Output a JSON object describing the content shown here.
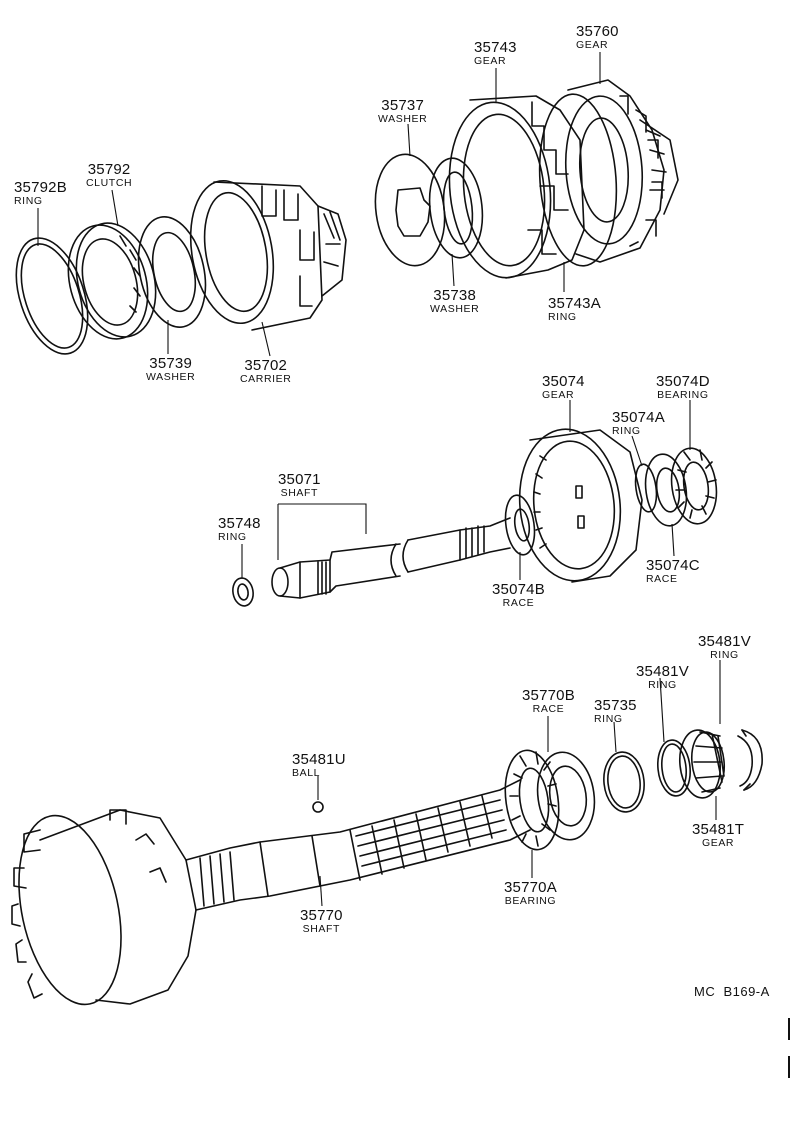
{
  "parts": {
    "p35792B": {
      "num": "35792B",
      "name": "RING"
    },
    "p35792": {
      "num": "35792",
      "name": "CLUTCH"
    },
    "p35739": {
      "num": "35739",
      "name": "WASHER"
    },
    "p35702": {
      "num": "35702",
      "name": "CARRIER"
    },
    "p35737": {
      "num": "35737",
      "name": "WASHER"
    },
    "p35738": {
      "num": "35738",
      "name": "WASHER"
    },
    "p35743": {
      "num": "35743",
      "name": "GEAR"
    },
    "p35760": {
      "num": "35760",
      "name": "GEAR"
    },
    "p35743A": {
      "num": "35743A",
      "name": "RING"
    },
    "p35074": {
      "num": "35074",
      "name": "GEAR"
    },
    "p35074D": {
      "num": "35074D",
      "name": "BEARING"
    },
    "p35074A": {
      "num": "35074A",
      "name": "RING"
    },
    "p35074C": {
      "num": "35074C",
      "name": "RACE"
    },
    "p35074B": {
      "num": "35074B",
      "name": "RACE"
    },
    "p35071": {
      "num": "35071",
      "name": "SHAFT"
    },
    "p35748": {
      "num": "35748",
      "name": "RING"
    },
    "p35481V_a": {
      "num": "35481V",
      "name": "RING"
    },
    "p35481V_b": {
      "num": "35481V",
      "name": "RING"
    },
    "p35770B": {
      "num": "35770B",
      "name": "RACE"
    },
    "p35735": {
      "num": "35735",
      "name": "RING"
    },
    "p35481U": {
      "num": "35481U",
      "name": "BALL"
    },
    "p35481T": {
      "num": "35481T",
      "name": "GEAR"
    },
    "p35770A": {
      "num": "35770A",
      "name": "BEARING"
    },
    "p35770": {
      "num": "35770",
      "name": "SHAFT"
    }
  },
  "diagram_code": "MC  B169-A"
}
